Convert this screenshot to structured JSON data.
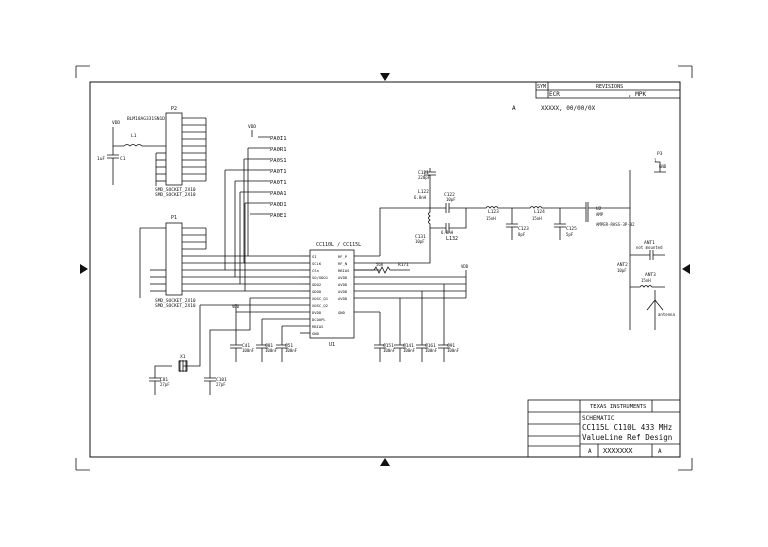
{
  "revision_block": {
    "sym_header": "SYM",
    "revisions_header": "REVISIONS",
    "ecr_label": "ECR",
    "mpk_label": ", MPK",
    "rev_letter": "A",
    "rev_date": "XXXXX, 00/00/0X"
  },
  "title_block": {
    "company": "TEXAS INSTRUMENTS",
    "doc_type": "SCHEMATIC",
    "title_line1": "CC115L C110L 433 MHz",
    "title_line2": "ValueLine Ref Design",
    "drawing_no": "XXXXXXX",
    "size": "A",
    "sheet_rev": "A"
  },
  "components": {
    "p2": {
      "ref": "P2",
      "part": "SMD_SOCKET_2X10",
      "part2": "SMD_SOCKET_2X10",
      "vdd": "VDD",
      "ferrite": "BLM18AG331SN1D",
      "l1": "L1",
      "c1": "C1",
      "c1_val": "1uF"
    },
    "p1": {
      "ref": "P1",
      "part": "SMD_SOCKET_2X10",
      "part2": "SMD_SOCKET_2X10"
    },
    "u1": {
      "ref": "U1",
      "part": "CC110L / CC115L"
    },
    "pa_ports": [
      "PA0I1",
      "PA0R1",
      "PA0S1",
      "PA0T1",
      "PA0T1",
      "PA0A1",
      "PA0D1",
      "PA0E1"
    ],
    "rf": {
      "c121": "C121",
      "c121_val": "220pF",
      "l122": "L122",
      "l122_val": "6.8nH",
      "c122": "C122",
      "c122_val": "10pF",
      "c131": "C131",
      "c131_val": "10pF",
      "l132": "L132",
      "l132_val": "6.8nH",
      "l123": "L123",
      "l123_val": "15nH",
      "c123": "C123",
      "c123_val": "8pF",
      "l124": "L124",
      "l124_val": "15nH",
      "c125": "C125",
      "c125_val": "5pF",
      "u2": "U2",
      "u2_part": "AMP",
      "u2_part2": "AMPER-RASS-3P-02",
      "ant1": "ANT1",
      "ant1_note": "not mounted",
      "ant2": "ANT2",
      "ant2_val": "10pF",
      "ant3": "ANT3",
      "ant3_val": "15nH",
      "antenna": "antenna",
      "p3": "P3",
      "p3_pin": "1",
      "p3_gnd": "GND",
      "r171": "R171",
      "r171_val": "56k"
    },
    "decoupling": [
      "C41",
      "C81",
      "C51",
      "C151",
      "C141",
      "C161",
      "C91"
    ],
    "decoupling_vals": [
      "100nF",
      "100nF",
      "100nF",
      "100nF",
      "100nF",
      "100nF",
      "100nF"
    ],
    "xtal": {
      "ref": "X1",
      "c81": "C81",
      "c81_val": "27pF",
      "c101": "C101",
      "c101_val": "27pF"
    }
  },
  "u1_pins_left": [
    "SI",
    "SCLK",
    "CSn",
    "SO/GDO1",
    "GDO2",
    "GDO0",
    "XOSC_Q1",
    "XOSC_Q2",
    "DVDD",
    "DCOUPL",
    "RBIAS",
    "GND"
  ],
  "u1_pins_right": [
    "RF_P",
    "RF_N",
    "RBIAS",
    "AVDD",
    "AVDD",
    "AVDD",
    "AVDD",
    "GND"
  ]
}
